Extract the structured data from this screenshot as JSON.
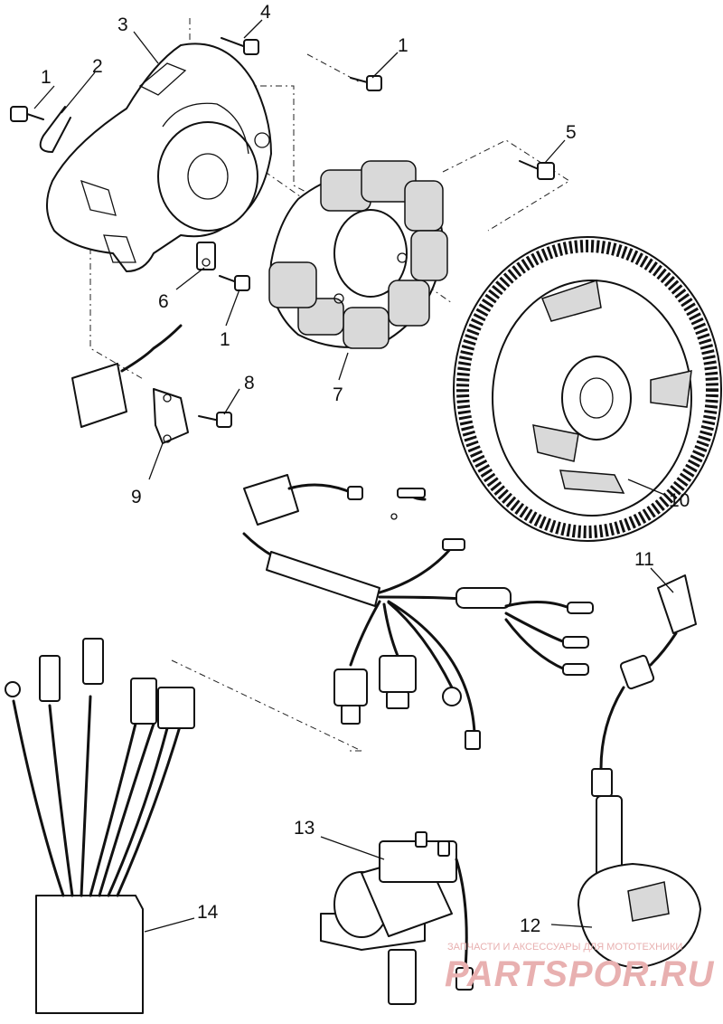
{
  "callouts": {
    "c1a": "1",
    "c1b": "1",
    "c1c": "1",
    "c2": "2",
    "c3": "3",
    "c4": "4",
    "c5": "5",
    "c6": "6",
    "c7": "7",
    "c8": "8",
    "c9": "9",
    "c10": "10",
    "c11": "11",
    "c12": "12",
    "c13": "13",
    "c14": "14"
  },
  "watermark": {
    "tagline": "ЗАПЧАСТИ И АКСЕССУАРЫ ДЛЯ МОТОТЕХНИКИ",
    "logo": "PARTSPOR.RU",
    "color": "#e8b0b0"
  }
}
